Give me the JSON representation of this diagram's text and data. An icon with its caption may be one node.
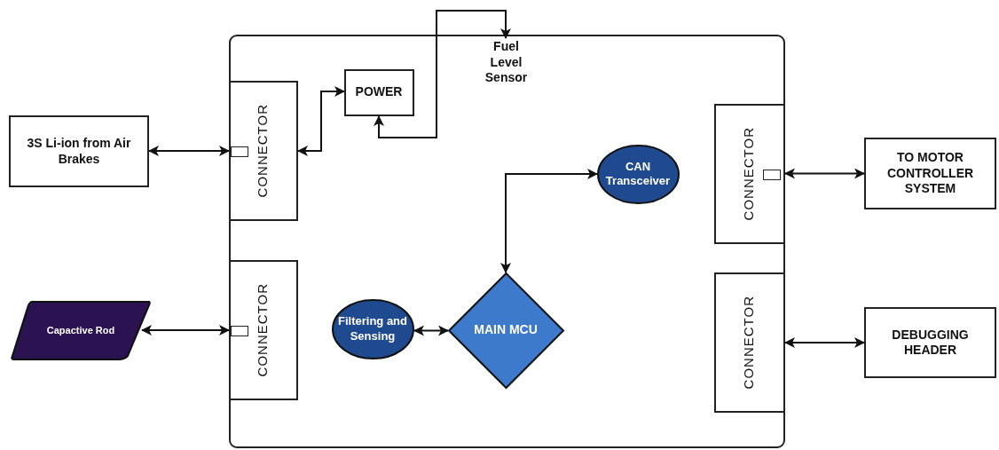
{
  "diagram": {
    "nodes": [
      {
        "text": [],
        "shape": "box"
      },
      {
        "text": [
          "CONNECTOR"
        ],
        "in": 0
      },
      {
        "text": [
          "POWER"
        ],
        "in": 0
      },
      {
        "text": [
          "Fuel Level Sensor"
        ],
        "in": 0
      },
      {
        "text": [
          "CONNECTOR"
        ],
        "in": 0
      },
      {
        "text": [
          "Filtering and Sensing"
        ],
        "in": 0
      },
      {
        "text": [
          "MAIN MCU"
        ],
        "in": 0
      },
      {
        "text": [
          "CAN Transceiver"
        ],
        "in": 0
      },
      {
        "text": [
          "CONNECTOR"
        ],
        "in": 0
      },
      {
        "text": [
          "CONNECTOR"
        ],
        "in": 0
      },
      {
        "text": [
          "3S Li-ion from Air Brakes"
        ]
      },
      {
        "text": [
          "Capactive Rod"
        ]
      },
      {
        "text": [
          "TO MOTOR CONTROLLER SYSTEM"
        ]
      },
      {
        "text": [
          "DEBUGGING HEADER"
        ]
      }
    ],
    "edges": [
      {
        "from": 10,
        "to": 1,
        "arrow": "both"
      },
      {
        "from": 1,
        "to": 2,
        "arrow": "both"
      },
      {
        "from": 2,
        "to": 3,
        "arrow": "both"
      },
      {
        "from": 11,
        "to": 4,
        "arrow": "both"
      },
      {
        "from": 5,
        "to": 6,
        "arrow": "both"
      },
      {
        "from": 7,
        "to": 6,
        "arrow": "both"
      },
      {
        "from": 8,
        "to": 12,
        "arrow": "both"
      },
      {
        "from": 9,
        "to": 13,
        "arrow": "both"
      }
    ]
  }
}
